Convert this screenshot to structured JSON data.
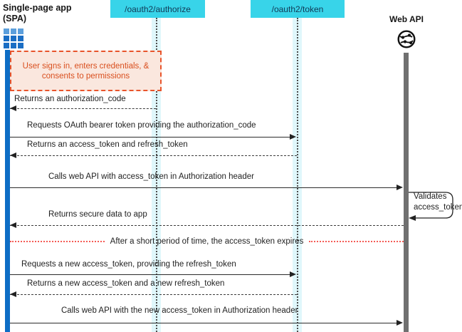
{
  "actors": {
    "spa": {
      "title_line1": "Single-page app",
      "title_line2": "(SPA)",
      "icon": "app-grid-icon"
    },
    "authorize_endpoint": {
      "label": "/oauth2/authorize"
    },
    "token_endpoint": {
      "label": "/oauth2/token"
    },
    "web_api": {
      "label": "Web API",
      "icon": "globe-icon"
    }
  },
  "note": {
    "text": "User signs in, enters credentials, & consents to permissions"
  },
  "messages": [
    {
      "label": "Returns an authorization_code",
      "type": "dashed",
      "direction": "left",
      "from": "/oauth2/authorize",
      "to": "SPA"
    },
    {
      "label": "Requests OAuth bearer token providing the authorization_code",
      "type": "solid",
      "direction": "right",
      "from": "SPA",
      "to": "/oauth2/token"
    },
    {
      "label": "Returns an access_token and refresh_token",
      "type": "dashed",
      "direction": "left",
      "from": "/oauth2/token",
      "to": "SPA"
    },
    {
      "label": "Calls web API with access_token in Authorization header",
      "type": "solid",
      "direction": "right",
      "from": "SPA",
      "to": "Web API"
    },
    {
      "label": "Returns secure data to app",
      "type": "dashed",
      "direction": "left",
      "from": "Web API",
      "to": "SPA"
    },
    {
      "label": "Requests a new access_token, providing the refresh_token",
      "type": "solid",
      "direction": "right",
      "from": "SPA",
      "to": "/oauth2/token"
    },
    {
      "label": "Returns a new access_token and a new refresh_token",
      "type": "dashed",
      "direction": "left",
      "from": "/oauth2/token",
      "to": "SPA"
    },
    {
      "label": "Calls web API with the new access_token in Authorization header",
      "type": "solid",
      "direction": "right",
      "from": "SPA",
      "to": "Web API"
    }
  ],
  "self_call": {
    "line1": "Validates",
    "line2": "access_token"
  },
  "divider": {
    "label": "After a short period of time, the access_token expires"
  },
  "colors": {
    "endpoint_box": "#38d4e9",
    "lifeline_band": "#e0f7fb",
    "spa_bar": "#0d6dc5",
    "api_bar": "#707070",
    "note_fill": "#fae7de",
    "note_border": "#e8542b",
    "note_text": "#d94f1e",
    "divider_red": "#f55b55"
  }
}
